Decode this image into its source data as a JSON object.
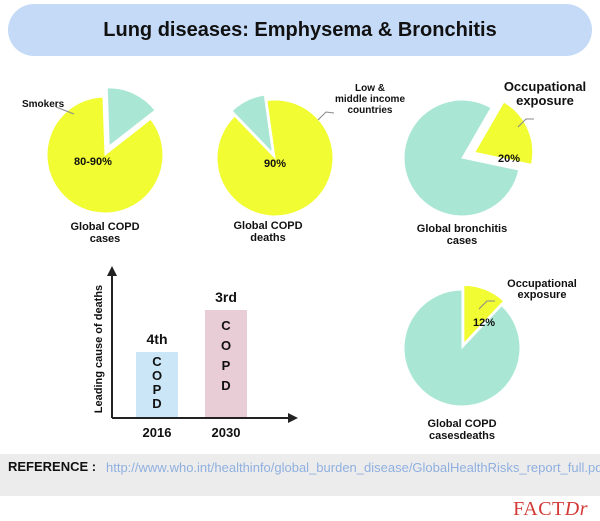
{
  "title": "Lung diseases: Emphysema & Bronchitis",
  "colors": {
    "yellow": "#f1fd32",
    "mint": "#a9e7d4",
    "blue_bar": "#cbe6f6",
    "pink_bar": "#e8ccd6",
    "title_bg": "#c5daf6"
  },
  "chart_data": [
    {
      "type": "pie",
      "slices": [
        {
          "label": "Smokers",
          "value": 85,
          "value_label": "80-90%",
          "color": "#f1fd32"
        },
        {
          "label": "",
          "value": 15,
          "color": "#a9e7d4"
        }
      ],
      "caption": [
        "Global COPD",
        "cases"
      ]
    },
    {
      "type": "pie",
      "slices": [
        {
          "label": "Low & middle income countries",
          "value": 90,
          "value_label": "90%",
          "color": "#f1fd32"
        },
        {
          "label": "",
          "value": 10,
          "color": "#a9e7d4"
        }
      ],
      "callout": [
        "Low &",
        "middle income",
        "countries"
      ],
      "caption": [
        "Global COPD",
        "deaths"
      ]
    },
    {
      "type": "pie",
      "slices": [
        {
          "label": "Occupational exposure",
          "value": 20,
          "value_label": "20%",
          "color": "#f1fd32"
        },
        {
          "label": "",
          "value": 80,
          "color": "#a9e7d4"
        }
      ],
      "callout": [
        "Occupational",
        "exposure"
      ],
      "caption": [
        "Global bronchitis",
        "cases"
      ]
    },
    {
      "type": "bar",
      "ylabel": "Leading cause of deaths",
      "categories": [
        "2016",
        "2030"
      ],
      "rank_labels": [
        "4th",
        "3rd"
      ],
      "bar_text": [
        "COPD",
        "COPD"
      ],
      "values": [
        4,
        3
      ],
      "colors": [
        "#cbe6f6",
        "#e8ccd6"
      ]
    },
    {
      "type": "pie",
      "slices": [
        {
          "label": "Occupational exposure",
          "value": 12,
          "value_label": "12%",
          "color": "#f1fd32"
        },
        {
          "label": "",
          "value": 88,
          "color": "#a9e7d4"
        }
      ],
      "callout": [
        "Occupational",
        "exposure"
      ],
      "caption": [
        "Global COPD",
        "casesdeaths"
      ]
    }
  ],
  "reference": {
    "label": "REFERENCE :",
    "url": "http://www.who.int/healthinfo/global_burden_disease/GlobalHealthRisks_report_full.pdf"
  },
  "brand": {
    "fact": "FACT",
    "dr": "Dr"
  }
}
